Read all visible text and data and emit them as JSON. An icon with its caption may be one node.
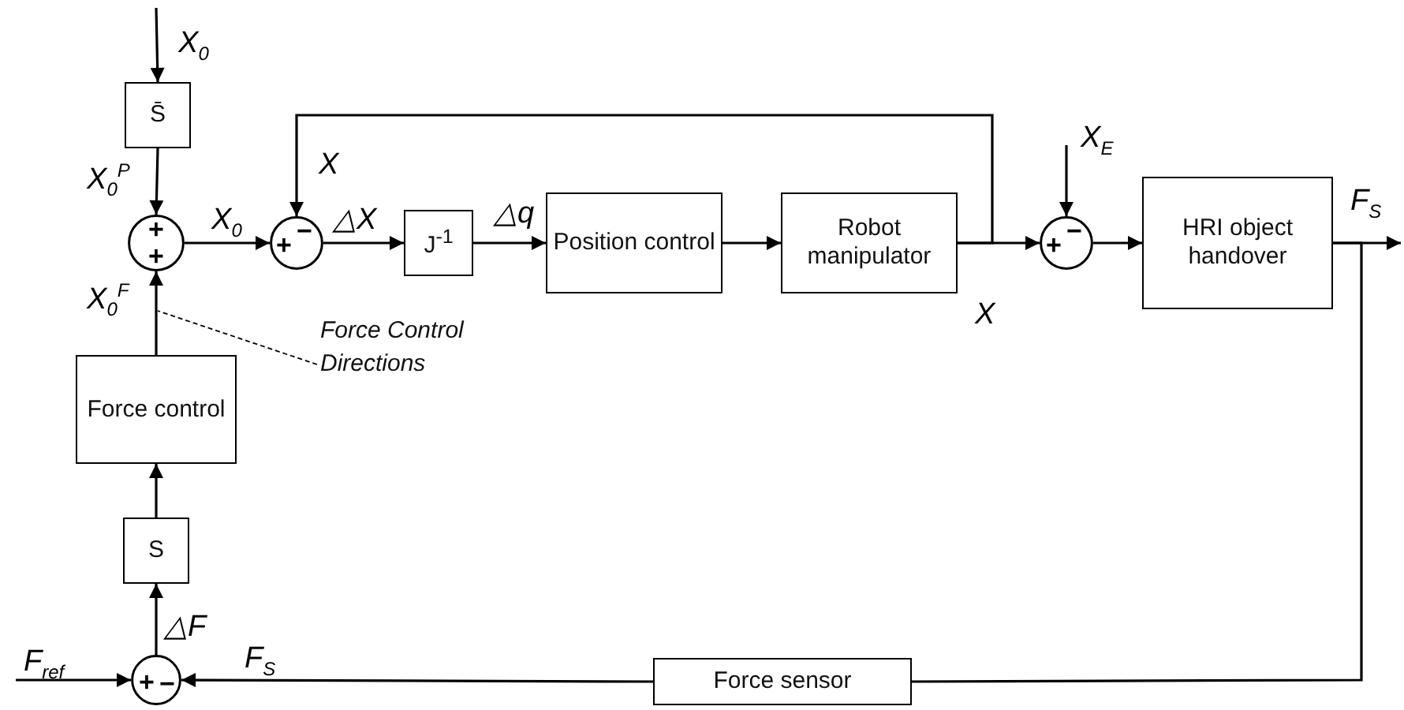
{
  "diagram": {
    "nodes": [
      {
        "text": [
          "S̄"
        ]
      },
      {
        "text": [
          "+",
          "+"
        ]
      },
      {
        "text": [
          "+",
          "−"
        ]
      },
      {
        "text": [
          "J$^{-1}$"
        ]
      },
      {
        "text": [
          "Position control"
        ]
      },
      {
        "text": [
          "Robot manipulator"
        ]
      },
      {
        "text": [
          "+",
          "−"
        ]
      },
      {
        "text": [
          "HRI object handover"
        ]
      },
      {
        "text": [
          "Force control"
        ]
      },
      {
        "text": [
          "S"
        ]
      },
      {
        "text": [
          "+",
          "−"
        ]
      },
      {
        "text": [
          "Force sensor"
        ]
      },
      {
        "text": [
          "Force Control Directions"
        ]
      }
    ],
    "edges": [
      {
        "from": null,
        "to": 0,
        "arrow": "to",
        "label": "X$_{0}$"
      },
      {
        "from": 0,
        "to": 1,
        "arrow": "to",
        "label": "X$_{0}$$^{P}$"
      },
      {
        "from": 8,
        "to": 1,
        "arrow": "to",
        "label": "X$_{0}$$^{F}$"
      },
      {
        "from": 1,
        "to": 2,
        "arrow": "to",
        "label": "X$_{0}$"
      },
      {
        "from": 2,
        "to": 3,
        "arrow": "to",
        "label": "△X"
      },
      {
        "from": 3,
        "to": 4,
        "arrow": "to",
        "label": "△q"
      },
      {
        "from": 4,
        "to": 5,
        "arrow": "to"
      },
      {
        "from": 5,
        "to": 6,
        "arrow": "to",
        "label": "X"
      },
      {
        "from": 5,
        "to": 2,
        "arrow": "to",
        "label": "X"
      },
      {
        "from": null,
        "to": 6,
        "arrow": "to",
        "label": "X$_{E}$"
      },
      {
        "from": 6,
        "to": 7,
        "arrow": "to"
      },
      {
        "from": 7,
        "to": null,
        "arrow": "to",
        "label": "F$_{S}$"
      },
      {
        "from": 7,
        "to": 11,
        "arrow": "none"
      },
      {
        "from": 11,
        "to": 10,
        "arrow": "to",
        "label": "F$_{S}$"
      },
      {
        "from": null,
        "to": 10,
        "arrow": "to",
        "label": "F$_{ref}$"
      },
      {
        "from": 10,
        "to": 9,
        "arrow": "to",
        "label": "△F"
      },
      {
        "from": 9,
        "to": 8,
        "arrow": "to"
      },
      {
        "from": 12,
        "to": null,
        "arrow": "none",
        "style": "dashed"
      }
    ]
  }
}
